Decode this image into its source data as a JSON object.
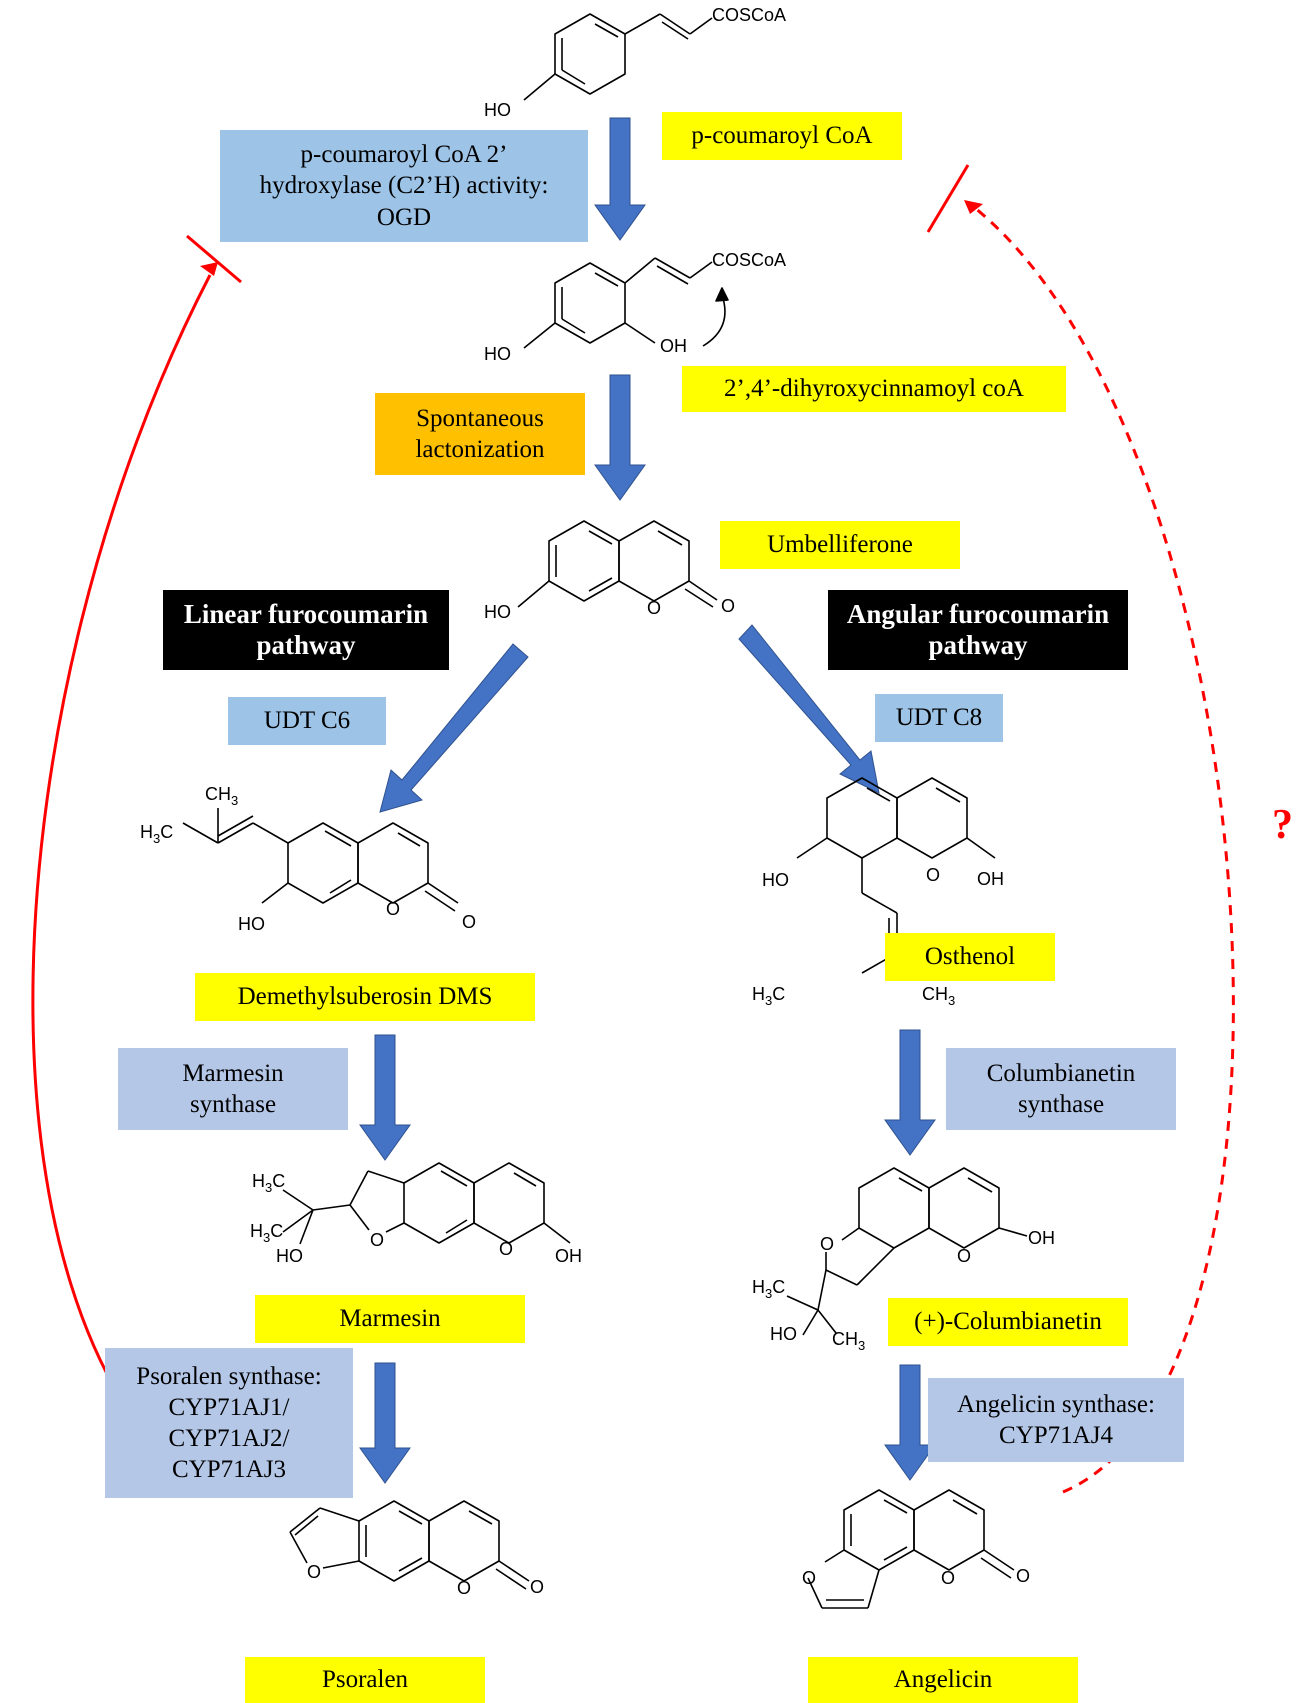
{
  "compounds": {
    "p_coumaroyl_coa": "p-coumaroyl CoA",
    "dihydroxycinnamoyl": "2’,4’-dihyroxycinnamoyl coA",
    "umbelliferone": "Umbelliferone",
    "demethylsuberosin": "Demethylsuberosin DMS",
    "osthenol": "Osthenol",
    "marmesin": "Marmesin",
    "columbianetin": "(+)-Columbianetin",
    "psoralen": "Psoralen",
    "angelicin": "Angelicin"
  },
  "enzymes": {
    "c2h": "p-coumaroyl CoA 2’\nhydroxylase (C2’H) activity:\nOGD",
    "spontaneous": "Spontaneous\nlactonization",
    "udt_c6": "UDT C6",
    "udt_c8": "UDT C8",
    "marmesin_synthase": "Marmesin\nsynthase",
    "columbianetin_synthase": "Columbianetin\nsynthase",
    "psoralen_synthase": "Psoralen synthase:\nCYP71AJ1/\nCYP71AJ2/\nCYP71AJ3",
    "angelicin_synthase": "Angelicin synthase:\nCYP71AJ4"
  },
  "pathways": {
    "linear": "Linear furocoumarin\npathway",
    "angular": "Angular furocoumarin\npathway"
  },
  "feedback_unknown": "?",
  "atoms": {
    "coscoa": "COSCoA",
    "ho": "HO",
    "oh": "OH",
    "o": "O",
    "ch": "CH",
    "h": "H",
    "c": "C",
    "sub3": "3"
  },
  "colors": {
    "yellow": "#ffff00",
    "light_blue": "#9dc3e6",
    "lavender": "#b4c7e7",
    "orange": "#ffc000",
    "black": "#000000",
    "arrow_blue": "#4472c4",
    "inhibition_red": "#ff0000"
  }
}
